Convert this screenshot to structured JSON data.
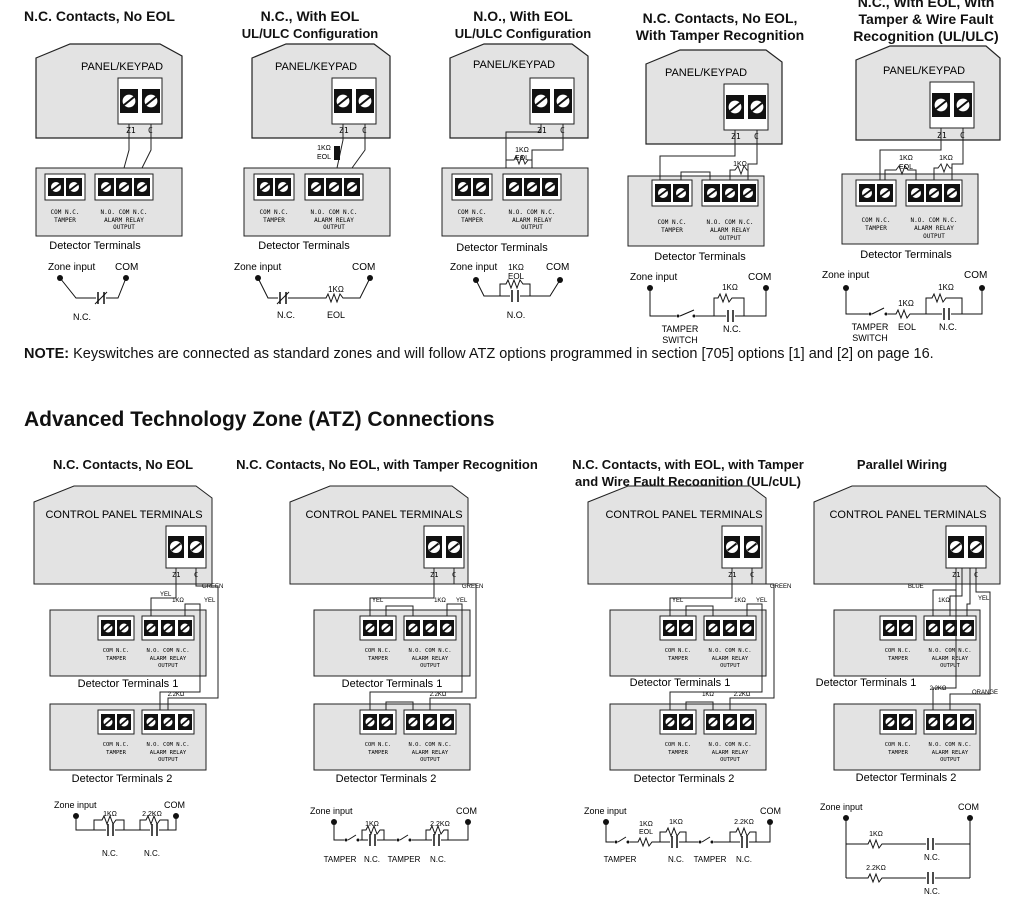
{
  "top_titles": [
    {
      "line1": "N.C. Contacts,  No EOL",
      "line2": ""
    },
    {
      "line1": "N.C., With EOL",
      "line2": "UL/ULC Configuration"
    },
    {
      "line1": "N.O., With EOL",
      "line2": "UL/ULC Configuration"
    },
    {
      "line1": "N.C. Contacts, No EOL,",
      "line2": "With Tamper Recognition"
    },
    {
      "line1": "N.C., With EOL, With",
      "line2": "Tamper & Wire Fault",
      "line3": "Recognition (UL/ULC)"
    }
  ],
  "labels": {
    "panel_keypad": "PANEL/KEYPAD",
    "z1": "Z1",
    "c": "C",
    "com_nc": "COM N.C.",
    "tamper": "TAMPER",
    "no_com_nc": "N.O. COM N.C.",
    "alarm_relay": "ALARM RELAY",
    "output": "OUTPUT",
    "detector_terminals": "Detector Terminals",
    "zone_input": "Zone input",
    "com": "COM",
    "nc": "N.C.",
    "no": "N.O.",
    "eol": "EOL",
    "r1k": "1KΩ",
    "r22k": "2.2KΩ",
    "tamper_switch_1": "TAMPER",
    "tamper_switch_2": "SWITCH",
    "control_panel_terminals": "CONTROL PANEL TERMINALS",
    "detector_terminals_1": "Detector Terminals 1",
    "detector_terminals_2": "Detector Terminals 2",
    "yel": "YEL",
    "green": "GREEN",
    "blue": "BLUE",
    "orange": "ORANGE"
  },
  "note": {
    "bold": "NOTE:",
    "text": " Keyswitches are connected as standard zones and will follow ATZ options programmed in section [705] options [1] and [2] on page 16."
  },
  "section_heading": "Advanced Technology Zone (ATZ) Connections",
  "bottom_titles": [
    {
      "line1": "N.C. Contacts, No EOL",
      "line2": ""
    },
    {
      "line1": "N.C. Contacts, No EOL, with Tamper Recognition",
      "line2": ""
    },
    {
      "line1": "N.C. Contacts, with EOL, with Tamper",
      "line2": "and Wire Fault Recognition (UL/cUL)"
    },
    {
      "line1": "Parallel Wiring",
      "line2": ""
    }
  ]
}
